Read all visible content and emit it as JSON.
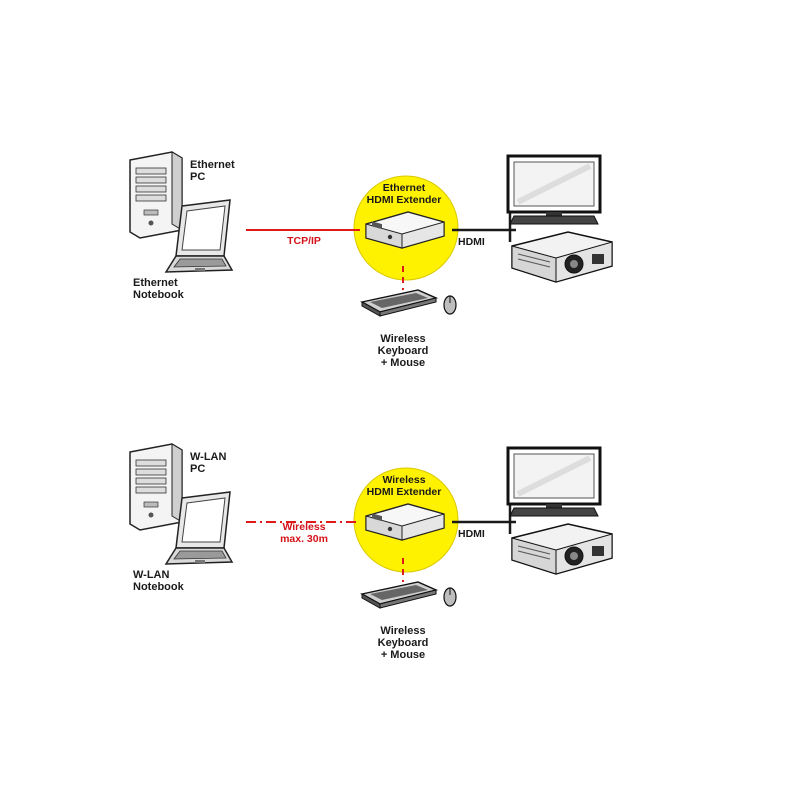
{
  "colors": {
    "background": "#ffffff",
    "highlight_circle": "#fff200",
    "highlight_circle_stroke": "#d9c900",
    "link_line": "#e0191b",
    "link_text": "#d4121a",
    "hdmi_line": "#1a1a1a",
    "label_text": "#1a1a1a"
  },
  "icons": {
    "pc": "pc-tower-icon",
    "laptop": "laptop-icon",
    "extender": "hdmi-extender-icon",
    "tv": "flat-screen-tv-icon",
    "projector": "projector-icon",
    "keyboard": "keyboard-icon",
    "mouse": "mouse-icon"
  },
  "diagrams": [
    {
      "id": "ethernet",
      "pc_label": [
        "Ethernet",
        "PC"
      ],
      "notebook_label": [
        "Ethernet",
        "Notebook"
      ],
      "extender_label": [
        "Ethernet",
        "HDMI Extender"
      ],
      "link_label": [
        "TCP/IP"
      ],
      "link_style": "solid",
      "output_label": "HDMI",
      "input_label": [
        "Wireless",
        "Keyboard",
        "+ Mouse"
      ]
    },
    {
      "id": "wireless",
      "pc_label": [
        "W-LAN",
        "PC"
      ],
      "notebook_label": [
        "W-LAN",
        "Notebook"
      ],
      "extender_label": [
        "Wireless",
        "HDMI Extender"
      ],
      "link_label": [
        "Wireless",
        "max. 30m"
      ],
      "link_style": "dashdot",
      "output_label": "HDMI",
      "input_label": [
        "Wireless",
        "Keyboard",
        "+ Mouse"
      ]
    }
  ]
}
